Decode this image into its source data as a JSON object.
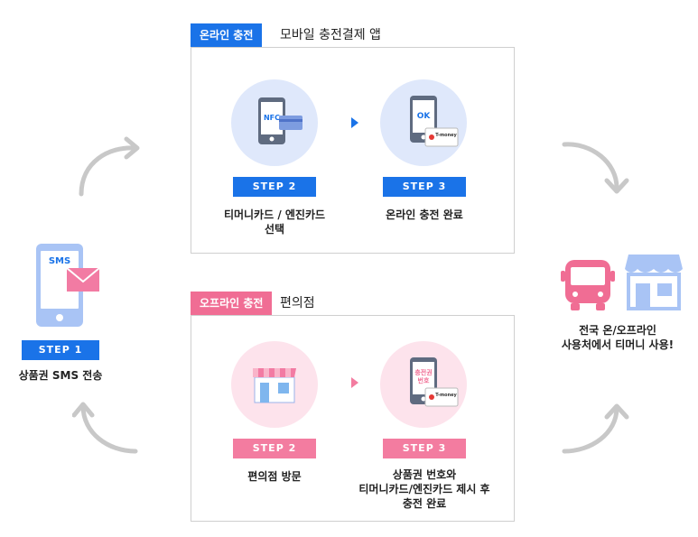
{
  "online": {
    "tag": "온라인 충전",
    "title": "모바일 충전결제 앱",
    "step2": {
      "label": "STEP 2",
      "caption_line1": "티머니카드 / 엔진카드",
      "caption_line2": "선택",
      "phone_text": "NFC"
    },
    "step3": {
      "label": "STEP 3",
      "caption": "온라인 충전 완료",
      "phone_text": "OK",
      "card_text": "T-money"
    }
  },
  "offline": {
    "tag": "오프라인 충전",
    "title": "편의점",
    "step2": {
      "label": "STEP 2",
      "caption": "편의점 방문"
    },
    "step3": {
      "label": "STEP 3",
      "caption_line1": "상품권 번호와",
      "caption_line2": "티머니카드/엔진카드 제시 후",
      "caption_line3": "충전 완료",
      "phone_text_line1": "충전권",
      "phone_text_line2": "번호",
      "card_text": "T-money"
    }
  },
  "step1": {
    "label": "STEP 1",
    "caption": "상품권 SMS 전송",
    "phone_text": "SMS"
  },
  "result": {
    "caption_line1": "전국 온/오프라인",
    "caption_line2": "사용처에서 티머니 사용!"
  },
  "colors": {
    "blue": "#1a73e8",
    "pink": "#f06d94",
    "light_blue": "#dfe8fb",
    "light_pink": "#fde3ec",
    "arrow_gray": "#c8c8c8"
  }
}
